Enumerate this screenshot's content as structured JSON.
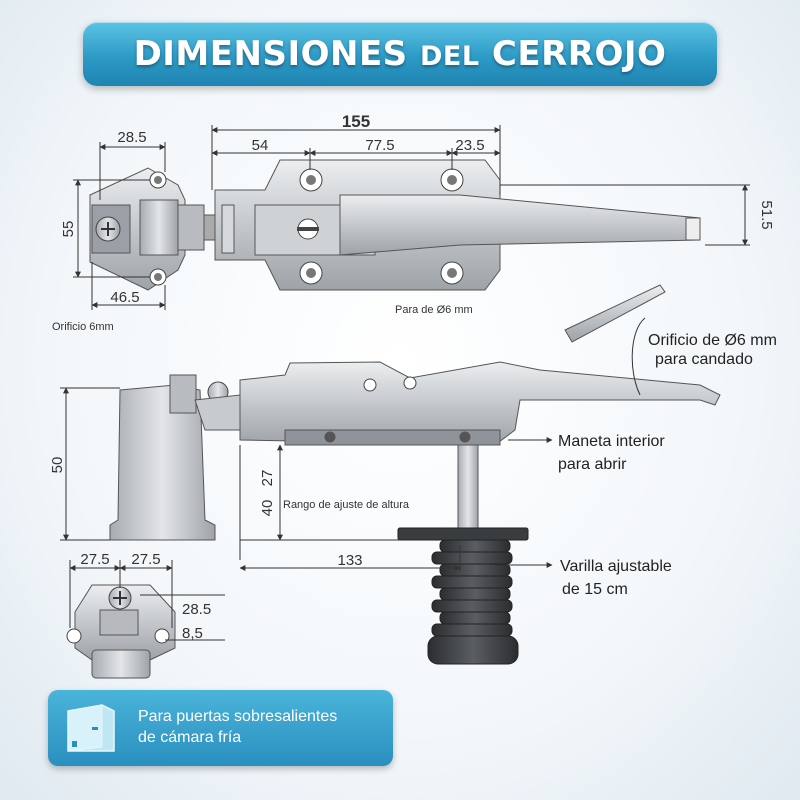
{
  "title": {
    "main": "DIMENSIONES",
    "small": "DEL",
    "main2": "CERROJO"
  },
  "top_view": {
    "dim_overall": "155",
    "dim_54": "54",
    "dim_775": "77.5",
    "dim_235": "23.5",
    "dim_right_height": "51.5",
    "dim_left_width": "28.5",
    "dim_left_height": "55",
    "dim_left_bottom": "46.5",
    "note_left": "Orificio 6mm",
    "note_center": "Para de Ø6 mm"
  },
  "side_view": {
    "dim_height": "50",
    "dim_27": "27",
    "dim_40": "40",
    "range_label": "Rango de ajuste de altura",
    "dim_133": "133",
    "callout_padlock": "Orificio de Ø6 mm para candado",
    "callout_padlock_line1": "Orificio de Ø6 mm",
    "callout_padlock_line2": "para candado",
    "callout_handle_line1": "Maneta interior",
    "callout_handle_line2": "para abrir",
    "callout_rod_line1": "Varilla ajustable",
    "callout_rod_line2": "de 15 cm"
  },
  "front_view": {
    "dim_left": "27.5",
    "dim_right": "27.5",
    "dim_285": "28.5",
    "dim_85": "8,5"
  },
  "bottom_banner": {
    "line1": "Para puertas sobresalientes",
    "line2": "de cámara fría",
    "icon": "freezer-door-icon"
  },
  "colors": {
    "accent": "#2d9ac6",
    "metal": "#c9ccd0",
    "metal_dark": "#8d9297",
    "line": "#333333"
  }
}
